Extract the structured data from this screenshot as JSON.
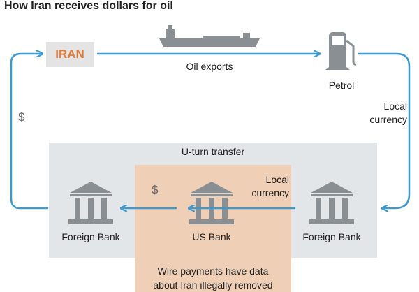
{
  "title": "How Iran receives dollars for oil",
  "colors": {
    "arrow": "#3d9ad1",
    "iran_label": "#e07b39",
    "iran_box": "#e4e4e4",
    "uturn_box": "#e3e6e9",
    "us_panel": "#efcfb6",
    "icon": "#8a8f94"
  },
  "nodes": {
    "iran": {
      "label": "IRAN"
    },
    "petrol": {
      "label": "Petrol",
      "icon": "fuel-pump-icon"
    },
    "foreign_bank_left": {
      "label": "Foreign Bank",
      "icon": "bank-icon"
    },
    "us_bank": {
      "label": "US Bank",
      "icon": "bank-icon"
    },
    "foreign_bank_right": {
      "label": "Foreign Bank",
      "icon": "bank-icon"
    }
  },
  "edges": {
    "oil_exports": {
      "label": "Oil exports",
      "icon": "tanker-ship-icon"
    },
    "local_currency_outer": {
      "label": "Local currency"
    },
    "local_currency_inner": {
      "label": "Local currency"
    },
    "dollar_left": {
      "label": "$"
    },
    "dollar_inner": {
      "label": "$"
    }
  },
  "groups": {
    "uturn": {
      "label": "U-turn transfer"
    },
    "wire_note": {
      "line1": "Wire payments have data",
      "line2": "about Iran illegally removed"
    }
  }
}
